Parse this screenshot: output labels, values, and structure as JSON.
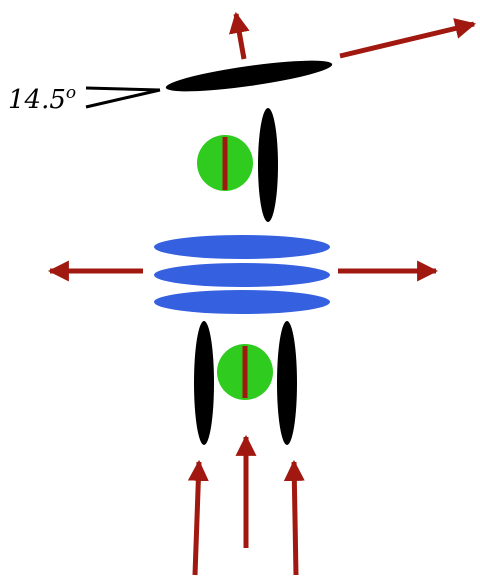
{
  "angle_label": {
    "value": "14.5",
    "superscript": "o"
  },
  "colors": {
    "arrow": "#a0180f",
    "black_disk": "#000000",
    "blue_disk": "#3560e0",
    "green_disk": "#2fcc1f",
    "disk_stripe": "#a0180f"
  },
  "icons": {
    "arrow": "red-arrow-icon",
    "black_disk": "black-elliptical-disk",
    "blue_disk": "blue-elliptical-disk",
    "green_disk": "green-circle-with-red-stripe"
  }
}
